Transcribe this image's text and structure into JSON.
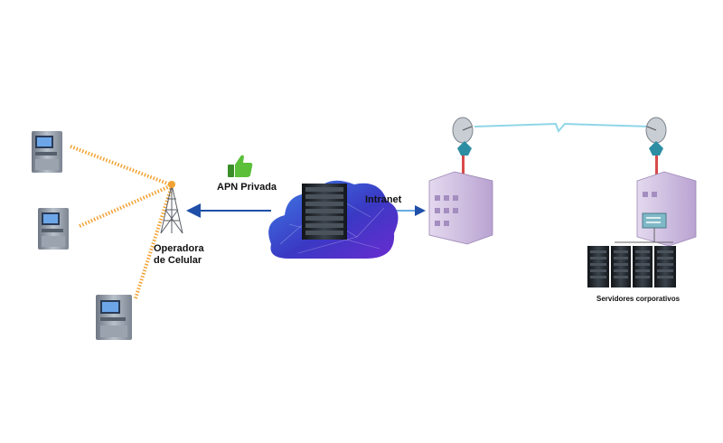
{
  "labels": {
    "operadora_line1": "Operadora",
    "operadora_line2": "de Celular",
    "apn": "APN Privada",
    "intranet": "Intranet",
    "servidores": "Servidores corporativos"
  },
  "colors": {
    "wireless_signal": "#f2a233",
    "link_arrow": "#1f4fa8",
    "cloud_blue": "#2f46c8",
    "cloud_purple": "#6b2bd0",
    "building": "#c8b4dc",
    "thumbs_up": "#4caf32",
    "atm_body": "#8d96a3",
    "server_dark": "#1d2228"
  },
  "icons": {
    "atm": "atm-icon",
    "tower": "cell-tower-icon",
    "thumbs_up": "thumbs-up-icon",
    "cloud": "cloud-icon",
    "server_rack": "server-rack-icon",
    "antenna": "dish-antenna-icon",
    "building": "building-icon",
    "switch": "network-switch-icon",
    "servers": "server-cluster-icon"
  }
}
